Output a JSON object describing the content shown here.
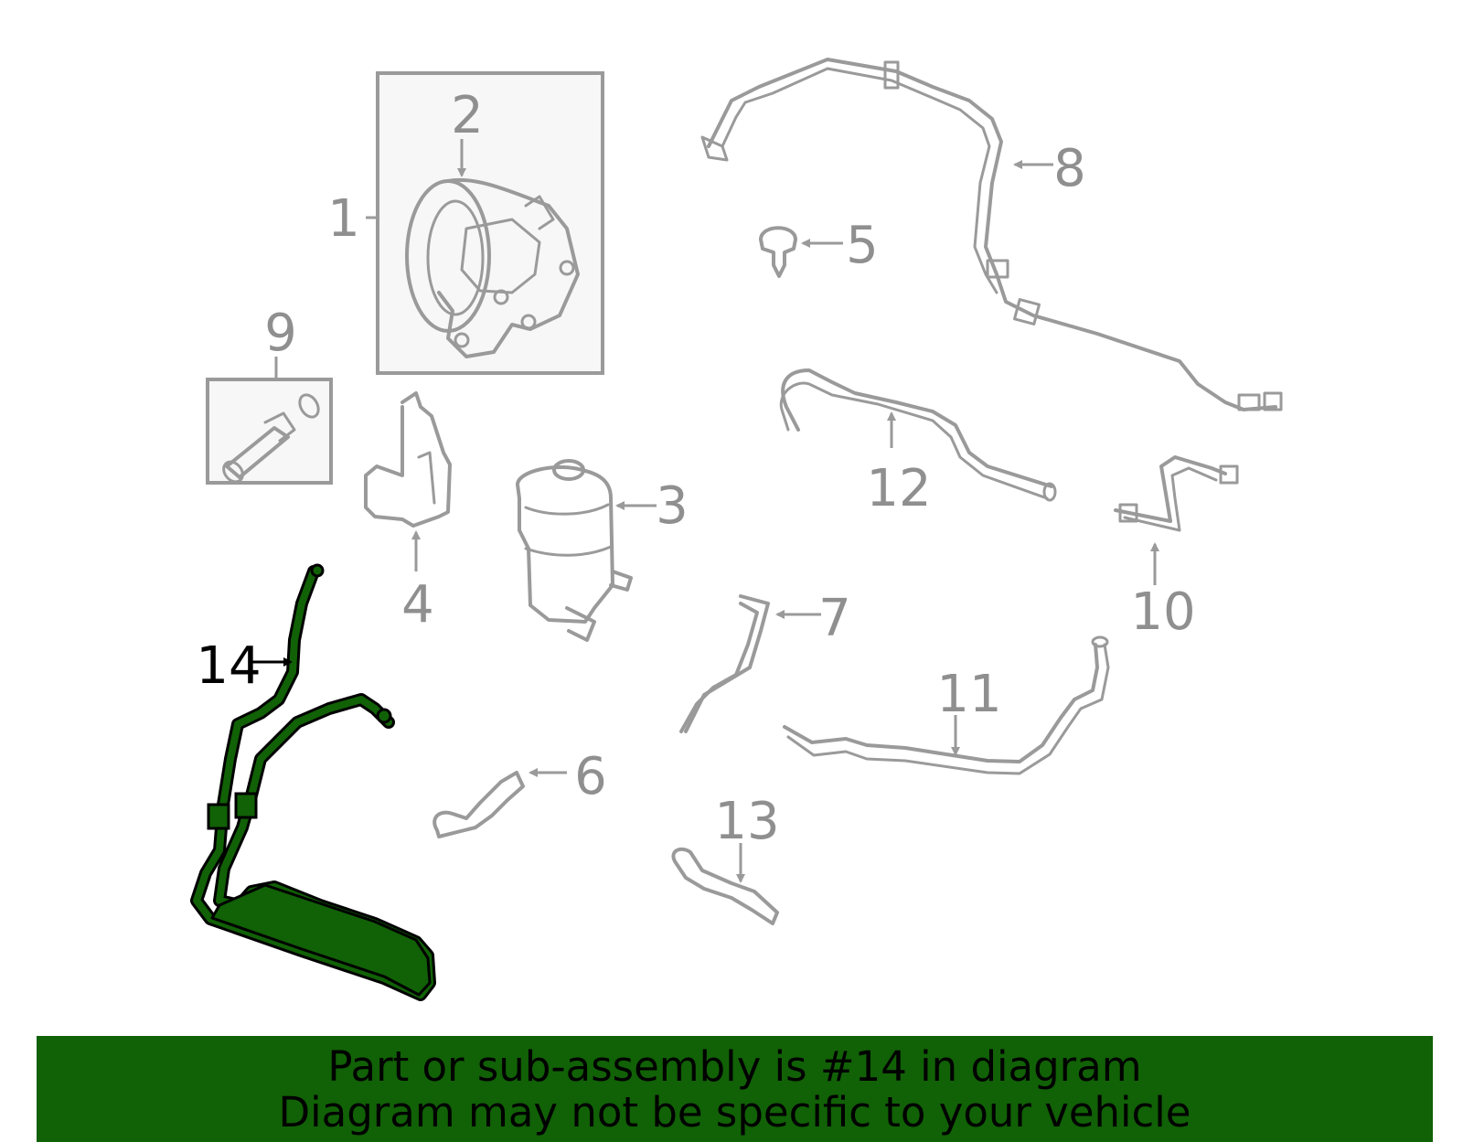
{
  "callouts": [
    "1",
    "2",
    "3",
    "4",
    "5",
    "6",
    "7",
    "8",
    "9",
    "10",
    "11",
    "12",
    "13",
    "14"
  ],
  "highlight": {
    "part_number": "14",
    "color": "#116106"
  },
  "banner": {
    "line1": "Part or sub-assembly is #14 in diagram",
    "line2": "Diagram may not be specific to your vehicle",
    "background": "#116106"
  }
}
